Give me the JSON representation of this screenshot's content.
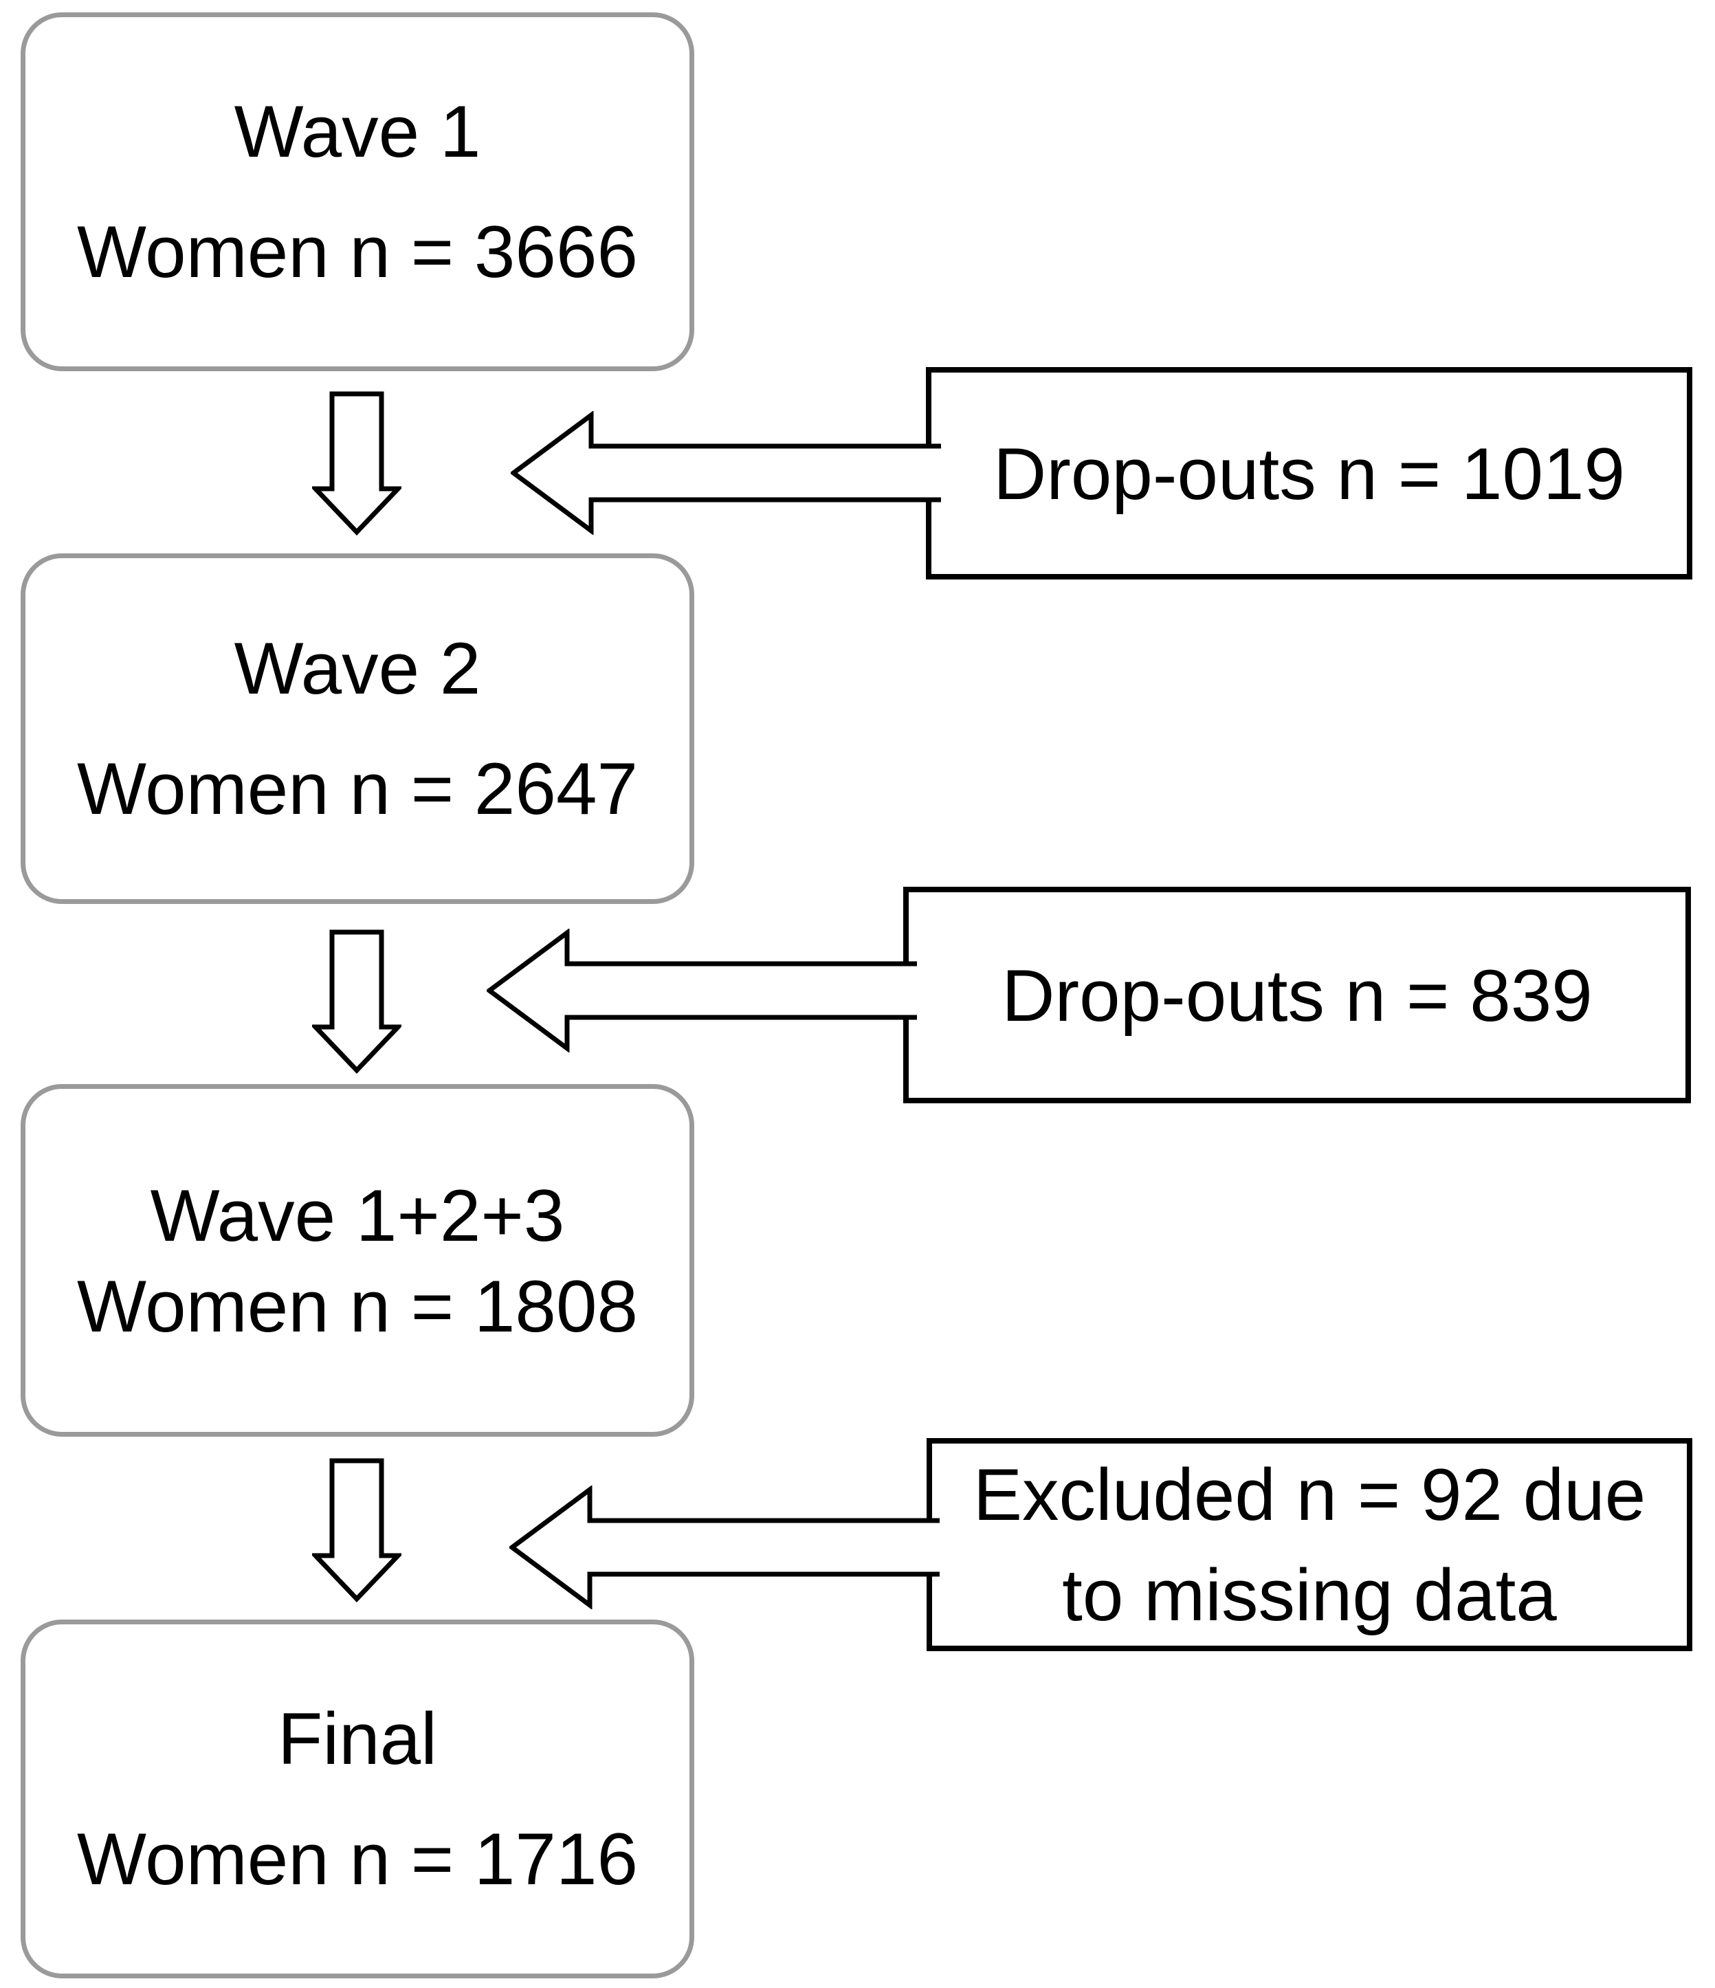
{
  "flow": {
    "stages": [
      {
        "id": "wave1",
        "lines": [
          "Wave 1",
          "Women n = 3666"
        ]
      },
      {
        "id": "wave2",
        "lines": [
          "Wave 2",
          "Women n = 2647"
        ]
      },
      {
        "id": "wave123",
        "lines": [
          "Wave 1+2+3",
          "Women n = 1808"
        ]
      },
      {
        "id": "final",
        "lines": [
          "Final",
          "Women n = 1716"
        ]
      }
    ],
    "side_notes": [
      {
        "id": "dropouts1",
        "lines": [
          "Drop-outs n = 1019"
        ]
      },
      {
        "id": "dropouts2",
        "lines": [
          "Drop-outs n = 839"
        ]
      },
      {
        "id": "excluded",
        "lines": [
          "Excluded n = 92 due",
          "to missing data"
        ]
      }
    ],
    "colors": {
      "stage-border": "#9a9a9a",
      "note-border": "#000000",
      "arrow": "#000000",
      "text": "#000000",
      "background": "#ffffff"
    }
  }
}
